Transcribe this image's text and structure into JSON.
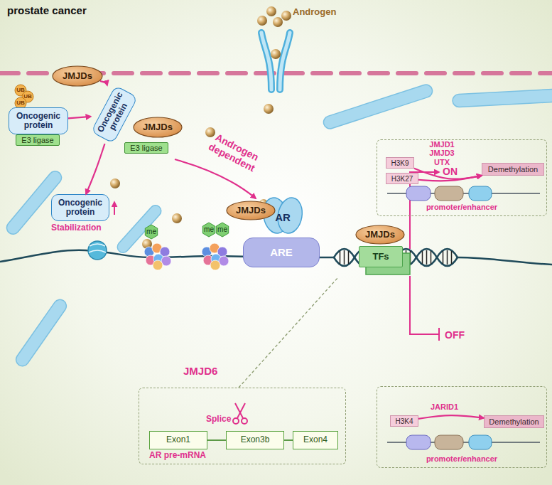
{
  "diagram": {
    "title": "prostate cancer",
    "nodes": [
      {
        "text": [
          "Oncogenic protein"
        ]
      },
      {
        "text": [
          "E3 ligase"
        ]
      },
      {
        "text": [
          "JMJDs"
        ]
      },
      {
        "text": [
          "Oncogenic protein"
        ]
      },
      {
        "text": [
          "JMJDs"
        ]
      },
      {
        "text": [
          "E3 ligase"
        ]
      },
      {
        "text": [
          "Oncogenic protein"
        ]
      },
      {
        "text": [
          "JMJDs"
        ]
      },
      {
        "text": [
          "AR"
        ]
      },
      {
        "text": [
          "ARE"
        ]
      },
      {
        "text": [
          "JMJDs"
        ]
      },
      {
        "text": [
          "TFs"
        ]
      },
      {
        "text": [
          "promoter/enhancer"
        ]
      },
      {
        "text": [
          "H3K9"
        ],
        "in": 12
      },
      {
        "text": [
          "H3K27"
        ],
        "in": 12
      },
      {
        "text": [
          "Demethylation"
        ],
        "in": 12
      },
      {
        "text": [
          "JMJD6",
          "AR pre-mRNA"
        ]
      },
      {
        "text": [
          "Exon1"
        ],
        "in": 16
      },
      {
        "text": [
          "Exon3b"
        ],
        "in": 16
      },
      {
        "text": [
          "Exon4"
        ],
        "in": 16
      },
      {
        "text": [
          "promoter/enhancer"
        ]
      },
      {
        "text": [
          "H3K4"
        ],
        "in": 20
      },
      {
        "text": [
          "Demethylation"
        ],
        "in": 20
      }
    ],
    "edges": [
      {
        "from": 0,
        "to": 3,
        "arrow": "to"
      },
      {
        "from": 2,
        "to": 3,
        "arrow": "to"
      },
      {
        "from": 3,
        "to": 6,
        "arrow": "to"
      },
      {
        "from": 13,
        "to": 15,
        "label": "JMJD1 JMJD3 UTX",
        "arrow": "to"
      },
      {
        "from": 14,
        "to": 15,
        "arrow": "to"
      },
      {
        "from": 17,
        "to": 18,
        "arrow": "none"
      },
      {
        "from": 18,
        "to": 19,
        "arrow": "none"
      },
      {
        "from": 21,
        "to": 22,
        "label": "JARID1",
        "arrow": "to"
      }
    ],
    "labels": [
      "UB",
      "UB",
      "UB",
      "Androgen",
      "Stabilization",
      "Androgen dependent",
      "me",
      "me",
      "me",
      "Splice",
      "ON",
      "OFF"
    ]
  }
}
